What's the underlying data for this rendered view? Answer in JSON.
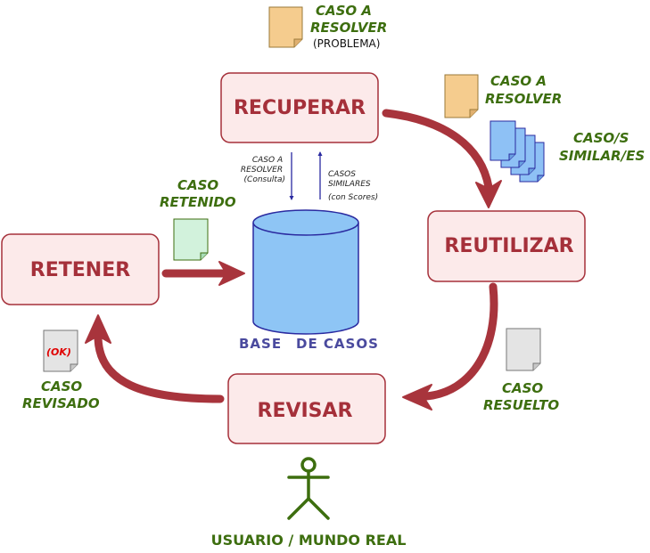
{
  "stages": {
    "recuperar": "RECUPERAR",
    "reutilizar": "REUTILIZAR",
    "revisar": "REVISAR",
    "retener": "RETENER"
  },
  "database": {
    "label_1": "BASE",
    "label_2": "DE CASOS"
  },
  "top_case": {
    "line1": "CASO  A",
    "line2": "RESOLVER",
    "line3": "(PROBLEMA)"
  },
  "right_case": {
    "line1": "CASO  A",
    "line2": "RESOLVER"
  },
  "similar_cases": {
    "line1": "CASO/S",
    "line2": "SIMILAR/ES"
  },
  "solved_case": {
    "line1": "CASO",
    "line2": "RESUELTO"
  },
  "revised_case": {
    "line1": "CASO",
    "line2": "REVISADO",
    "ok": "(OK)"
  },
  "retained_case": {
    "line1": "CASO",
    "line2": "RETENIDO"
  },
  "query_arrow": {
    "line1": "CASO A",
    "line2": "RESOLVER",
    "line3": "(Consulta)"
  },
  "results_arrow": {
    "line1": "CASOS",
    "line2": "SIMILARES",
    "line3": "(con Scores)"
  },
  "user_label": "USUARIO / MUNDO REAL",
  "colors": {
    "stage_fill": "#fceaea",
    "stage_border": "#a5303a",
    "arrow": "#a8343c",
    "green_text": "#3d6e0f",
    "db_fill": "#8ec5f5",
    "db_stroke": "#2a2aa0",
    "doc_orange": "#f5cc8e",
    "doc_blue": "#8ec1f5",
    "doc_green": "#d2f2dc",
    "doc_gray": "#e4e4e4"
  }
}
